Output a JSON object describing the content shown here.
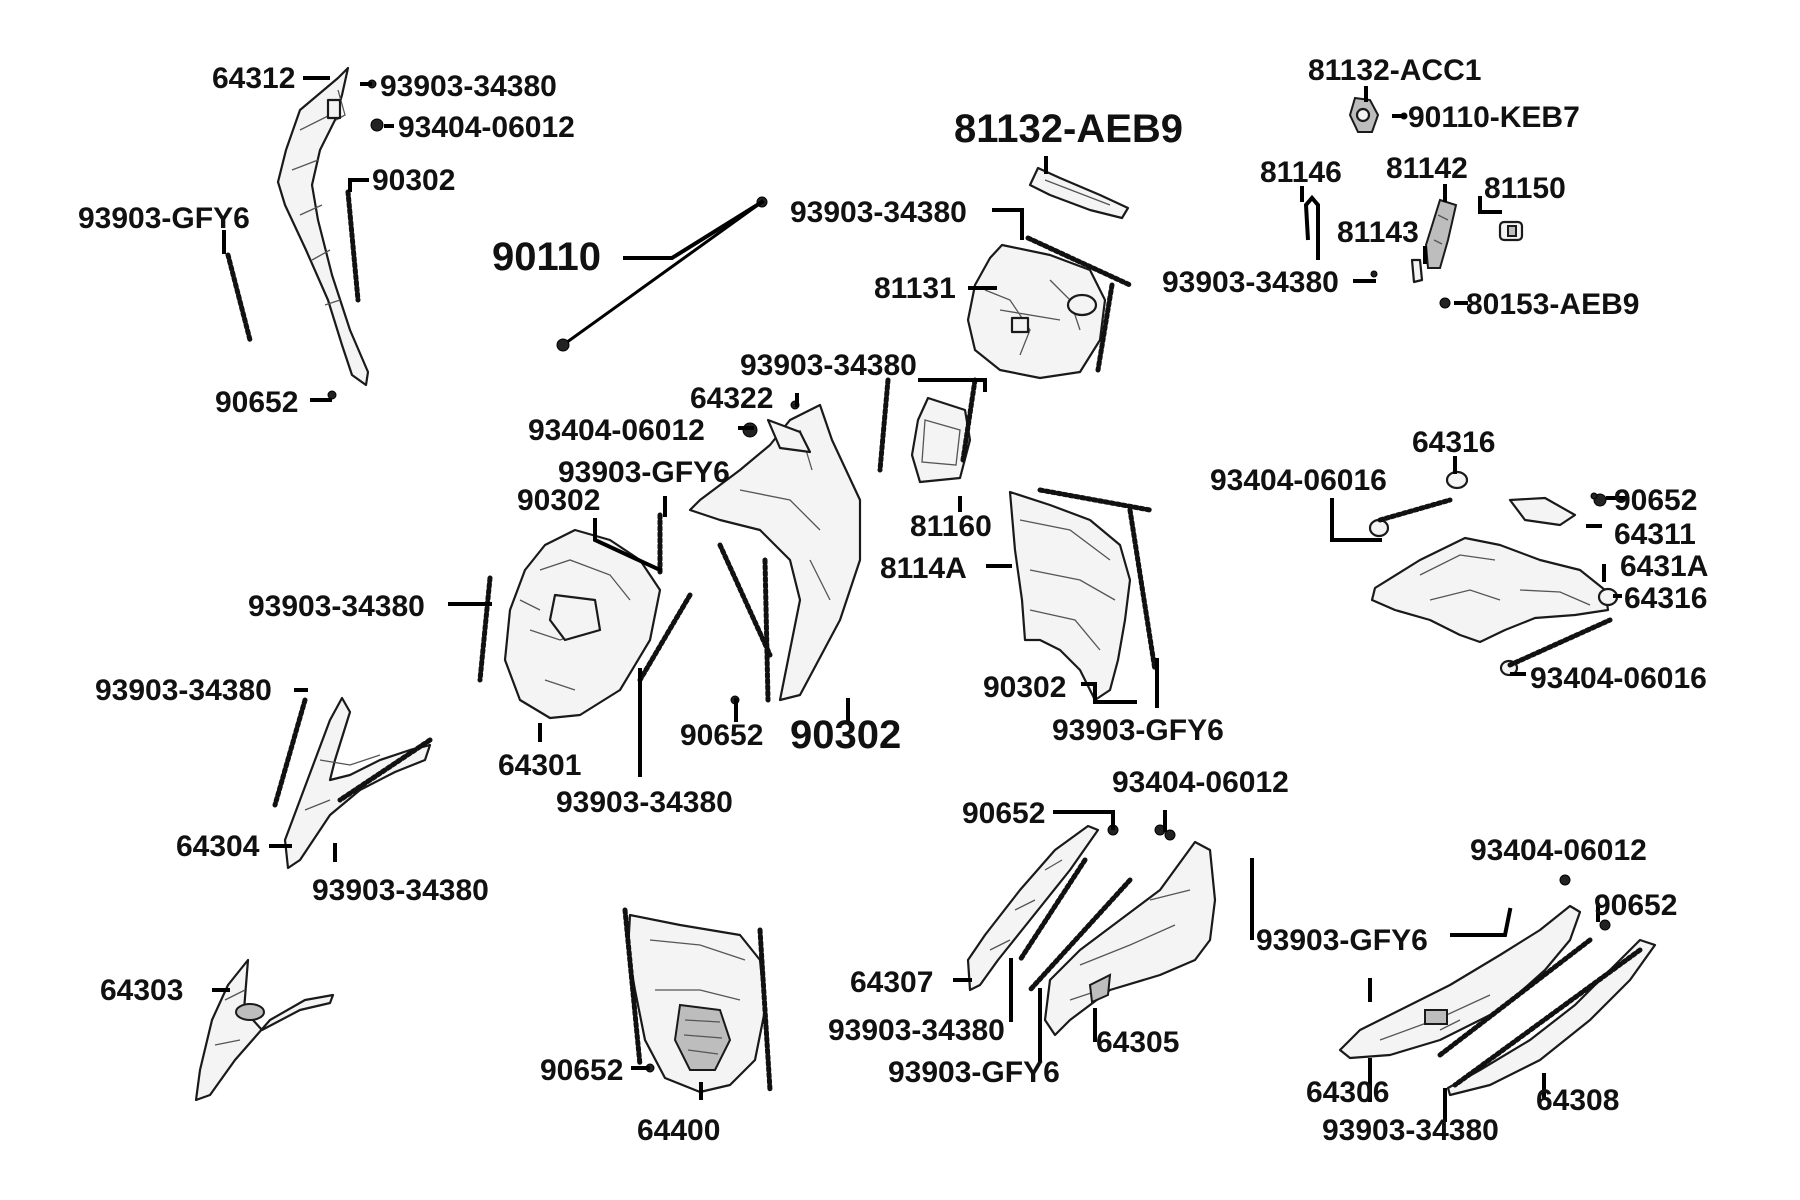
{
  "labels": {
    "p64312": "64312",
    "p93903_34380_a": "93903-34380",
    "p93404_06012_a": "93404-06012",
    "p90302_a": "90302",
    "p93903_GFY6_a": "93903-GFY6",
    "p90652_a": "90652",
    "p90110": "90110",
    "p93903_34380_b": "93903-34380",
    "p81132_AEB9": "81132-AEB9",
    "p81131": "81131",
    "p93903_34380_c": "93903-34380",
    "p64322": "64322",
    "p93404_06012_b": "93404-06012",
    "p93903_GFY6_b": "93903-GFY6",
    "p90302_b": "90302",
    "p93903_34380_d": "93903-34380",
    "p93903_34380_e": "93903-34380",
    "p64301": "64301",
    "p93903_34380_f": "93903-34380",
    "p64304": "64304",
    "p93903_34380_g": "93903-34380",
    "p90652_b": "90652",
    "p90302_c": "90302",
    "p81160": "81160",
    "p8114A": "8114A",
    "p90302_d": "90302",
    "p93903_GFY6_c": "93903-GFY6",
    "p81132_ACC1": "81132-ACC1",
    "p90110_KEB7": "90110-KEB7",
    "p81146": "81146",
    "p81142": "81142",
    "p81150": "81150",
    "p81143": "81143",
    "p93903_34380_h": "93903-34380",
    "p80153_AEB9": "80153-AEB9",
    "p64316_a": "64316",
    "p93404_06016_a": "93404-06016",
    "p90652_c": "90652",
    "p64311": "64311",
    "p6431A": "6431A",
    "p64316_b": "64316",
    "p93404_06016_b": "93404-06016",
    "p64303": "64303",
    "p90652_d": "90652",
    "p64400": "64400",
    "p90652_e": "90652",
    "p93404_06012_c": "93404-06012",
    "p64307": "64307",
    "p93903_34380_i": "93903-34380",
    "p93903_GFY6_d": "93903-GFY6",
    "p64305": "64305",
    "p93903_GFY6_e": "93903-GFY6",
    "p93404_06012_d": "93404-06012",
    "p90652_f": "90652",
    "p64306": "64306",
    "p93903_34380_j": "93903-34380",
    "p64308": "64308"
  }
}
